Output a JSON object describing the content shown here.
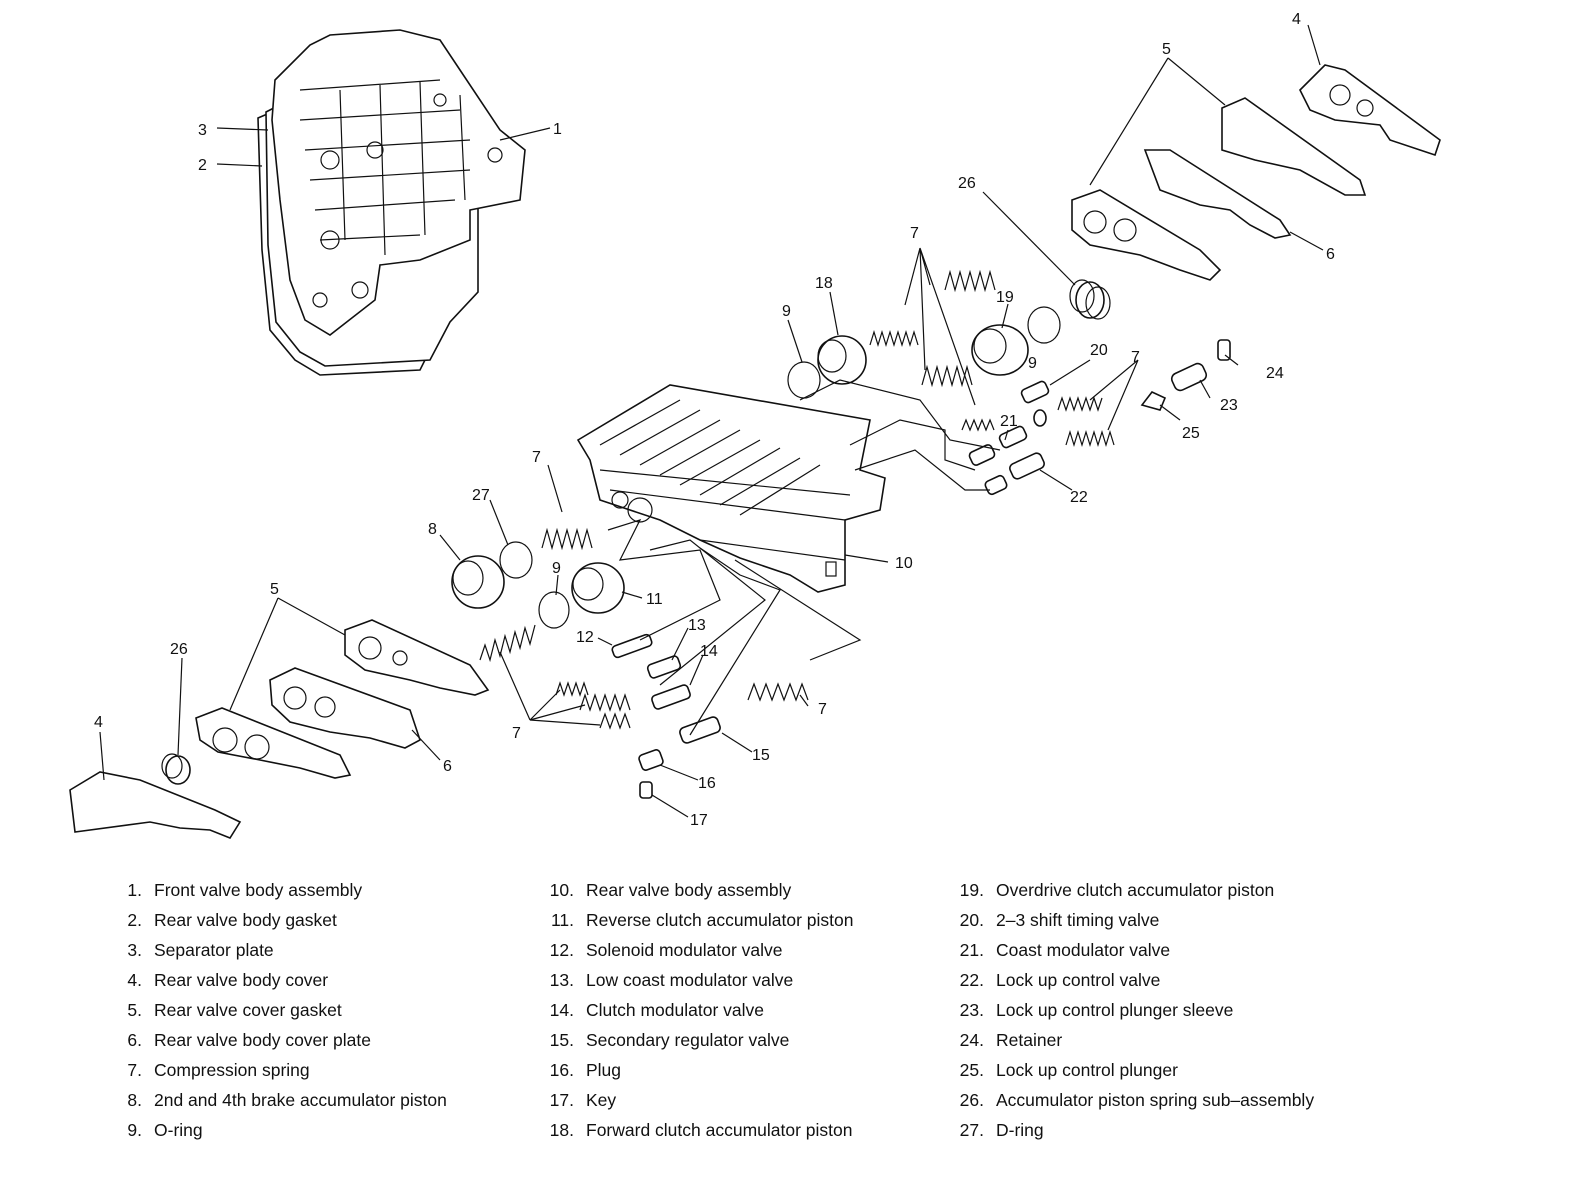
{
  "callouts": {
    "c1": "1",
    "c2": "2",
    "c3": "3",
    "c4a": "4",
    "c4b": "4",
    "c5a": "5",
    "c5b": "5",
    "c6a": "6",
    "c6b": "6",
    "c7a": "7",
    "c7b": "7",
    "c7c": "7",
    "c7d": "7",
    "c7e": "7",
    "c8": "8",
    "c9a": "9",
    "c9b": "9",
    "c9c": "9",
    "c10": "10",
    "c11": "11",
    "c12": "12",
    "c13": "13",
    "c14": "14",
    "c15": "15",
    "c16": "16",
    "c17": "17",
    "c18": "18",
    "c19": "19",
    "c20": "20",
    "c21": "21",
    "c22": "22",
    "c23": "23",
    "c24": "24",
    "c25": "25",
    "c26a": "26",
    "c26b": "26",
    "c27": "27"
  },
  "legend": [
    {
      "num": "1.",
      "label": "Front valve body assembly"
    },
    {
      "num": "2.",
      "label": "Rear valve body gasket"
    },
    {
      "num": "3.",
      "label": "Separator plate"
    },
    {
      "num": "4.",
      "label": "Rear valve body cover"
    },
    {
      "num": "5.",
      "label": "Rear valve cover gasket"
    },
    {
      "num": "6.",
      "label": "Rear valve body cover plate"
    },
    {
      "num": "7.",
      "label": "Compression spring"
    },
    {
      "num": "8.",
      "label": "2nd and 4th brake accumulator piston"
    },
    {
      "num": "9.",
      "label": "O-ring"
    },
    {
      "num": "10.",
      "label": "Rear valve body assembly"
    },
    {
      "num": "11.",
      "label": "Reverse clutch accumulator piston"
    },
    {
      "num": "12.",
      "label": "Solenoid modulator valve"
    },
    {
      "num": "13.",
      "label": "Low coast modulator valve"
    },
    {
      "num": "14.",
      "label": "Clutch modulator valve"
    },
    {
      "num": "15.",
      "label": "Secondary regulator valve"
    },
    {
      "num": "16.",
      "label": "Plug"
    },
    {
      "num": "17.",
      "label": "Key"
    },
    {
      "num": "18.",
      "label": "Forward clutch accumulator piston"
    },
    {
      "num": "19.",
      "label": "Overdrive clutch accumulator piston"
    },
    {
      "num": "20.",
      "label": "2–3 shift timing valve"
    },
    {
      "num": "21.",
      "label": "Coast modulator valve"
    },
    {
      "num": "22.",
      "label": "Lock up control valve"
    },
    {
      "num": "23.",
      "label": "Lock up control plunger sleeve"
    },
    {
      "num": "24.",
      "label": "Retainer"
    },
    {
      "num": "25.",
      "label": "Lock up control plunger"
    },
    {
      "num": "26.",
      "label": "Accumulator piston spring sub–assembly"
    },
    {
      "num": "27.",
      "label": "D-ring"
    }
  ]
}
